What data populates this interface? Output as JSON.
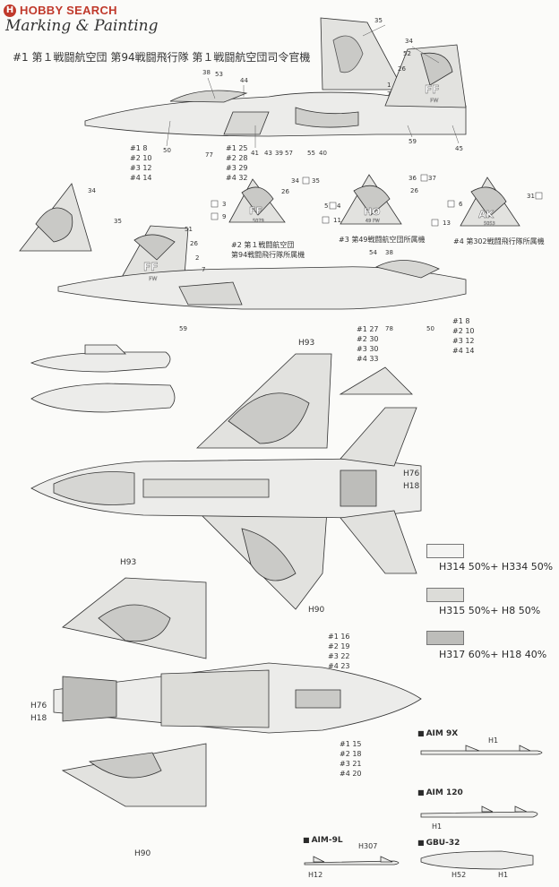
{
  "brand": {
    "logo_text": "HOBBY SEARCH",
    "logo_mark": "H"
  },
  "heading": "Marking & Painting",
  "captions": {
    "main": "#1 第１戦闘航空団 第94戦闘飛行隊 第１戦闘航空団司令官機",
    "fin2": "#2 第１戦闘航空団\n第94戦闘飛行隊所属機",
    "fin3": "#3 第49戦闘航空団所属機",
    "fin4": "#4 第302戦闘飛行隊所属機"
  },
  "tail_codes": {
    "main": {
      "code": "FF",
      "sub": "FW"
    },
    "fin2": {
      "code": "FF",
      "sub": "5079"
    },
    "fin3": {
      "code": "HO",
      "sub": "49 FW"
    },
    "fin4": {
      "code": "AK",
      "sub": "5053"
    },
    "side2": {
      "code": "FF",
      "sub": "FW"
    }
  },
  "decal_table_1": [
    "#1 8",
    "#2 10",
    "#3 12",
    "#4 14"
  ],
  "decal_table_2": [
    "#1 25",
    "#2 28",
    "#3 29",
    "#4 32"
  ],
  "decal_table_3": [
    "#1 27",
    "#2 30",
    "#3 30",
    "#4 33"
  ],
  "decal_table_4": [
    "#1 8",
    "#2 10",
    "#3 12",
    "#4 14"
  ],
  "decal_table_5": [
    "#1 16",
    "#2 19",
    "#3 22",
    "#4 23"
  ],
  "decal_table_6": [
    "#1 15",
    "#2 18",
    "#3 21",
    "#4 20"
  ],
  "legend": [
    {
      "label": "H314 50%+ H334 50%",
      "color": "#f4f4f2"
    },
    {
      "label": "H315 50%+ H8 50%",
      "color": "#dcdcd8"
    },
    {
      "label": "H317 60%+ H18 40%",
      "color": "#bdbdba"
    }
  ],
  "weapons": {
    "aim9x": "AIM 9X",
    "aim120": "AIM 120",
    "aim9l": "AIM-9L",
    "gbu32": "GBU-32"
  },
  "callouts": {
    "h93_a": "H93",
    "h93_b": "H93",
    "h76_a": "H76",
    "h18_a": "H18",
    "h76_b": "H76",
    "h18_b": "H18",
    "h90_a": "H90",
    "h90_b": "H90",
    "h307": "H307",
    "h12": "H12",
    "h1_a": "H1",
    "h1_b": "H1",
    "h1_c": "H1",
    "h52": "H52"
  },
  "colors": {
    "brand": "#c0392b",
    "line": "#333333",
    "light_gray": "#e4e4e2",
    "mid_gray": "#cacac7",
    "dark_gray": "#9a9a98"
  }
}
